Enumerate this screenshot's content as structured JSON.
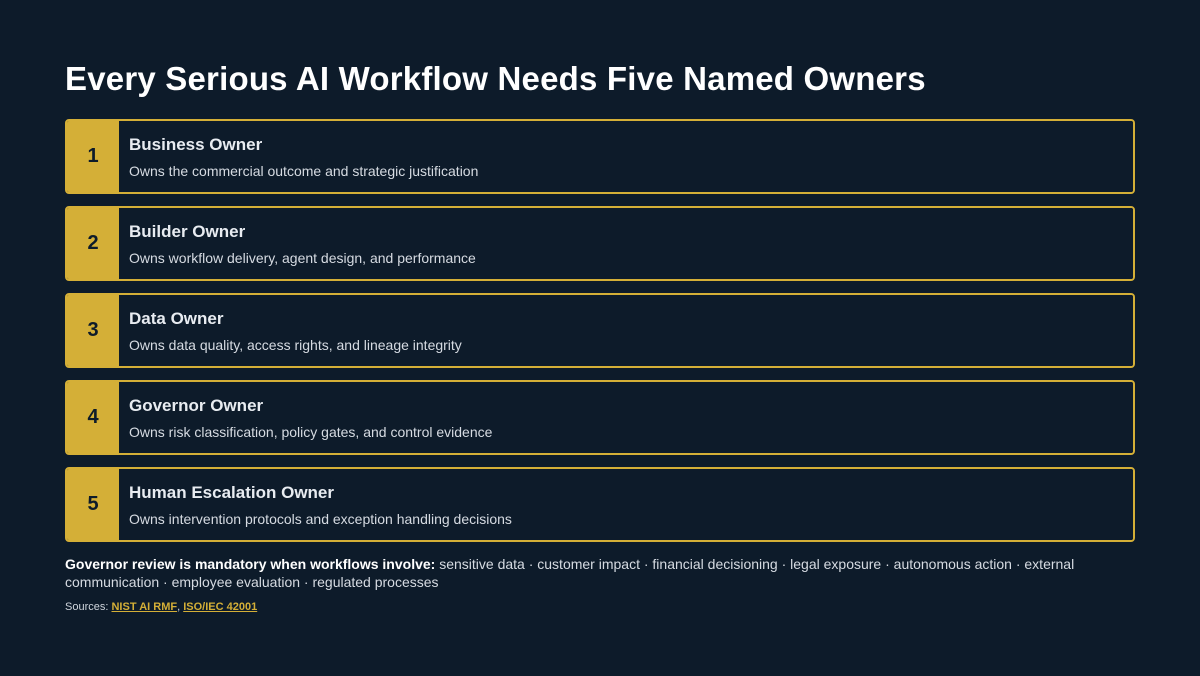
{
  "title": "Every Serious AI Workflow Needs Five Named Owners",
  "owners": [
    {
      "number": "1",
      "name": "Business Owner",
      "description": "Owns the commercial outcome and strategic justification"
    },
    {
      "number": "2",
      "name": "Builder Owner",
      "description": "Owns workflow delivery, agent design, and performance"
    },
    {
      "number": "3",
      "name": "Data Owner",
      "description": "Owns data quality, access rights, and lineage integrity"
    },
    {
      "number": "4",
      "name": "Governor Owner",
      "description": "Owns risk classification, policy gates, and control evidence"
    },
    {
      "number": "5",
      "name": "Human Escalation Owner",
      "description": "Owns intervention protocols and exception handling decisions"
    }
  ],
  "governor_note": {
    "lead": "Governor review is mandatory when workflows involve:",
    "items": "sensitive data · customer impact · financial decisioning · legal exposure · autonomous action · external communication · employee evaluation · regulated processes"
  },
  "sources": {
    "label": "Sources:",
    "links": [
      "NIST AI RMF",
      "ISO/IEC 42001"
    ],
    "separator": ","
  },
  "colors": {
    "background": "#0d1b2a",
    "accent": "#d4af37",
    "text": "#e6e9ee"
  }
}
